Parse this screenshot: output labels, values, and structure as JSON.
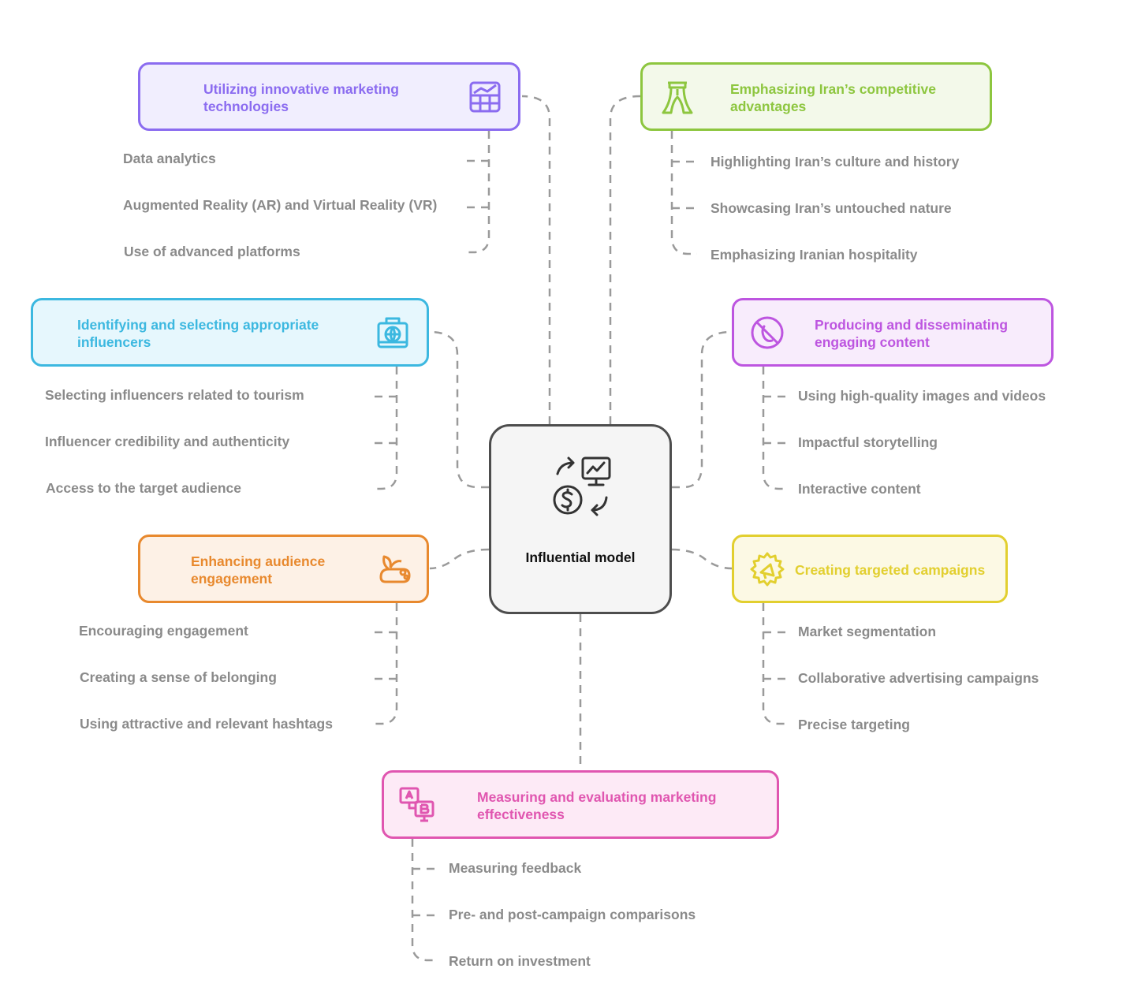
{
  "center": {
    "title": "Influential model",
    "icon": "money-exchange-chart-icon"
  },
  "branches": [
    {
      "id": "technologies",
      "title": "Utilizing innovative marketing technologies",
      "color": "#8b6cf0",
      "bg": "#f1eefe",
      "icon": "bar-chart-grid-icon",
      "items": [
        "Data analytics",
        "Augmented Reality (AR) and Virtual Reality (VR)",
        "Use of advanced platforms"
      ]
    },
    {
      "id": "advantages",
      "title": "Emphasizing Iran’s competitive advantages",
      "color": "#8dc63f",
      "bg": "#f3f9ea",
      "icon": "azadi-tower-icon",
      "items": [
        "Highlighting Iran’s culture and history",
        "Showcasing Iran’s untouched nature",
        "Emphasizing Iranian hospitality"
      ]
    },
    {
      "id": "influencers",
      "title": "Identifying and selecting appropriate influencers",
      "color": "#3cb8e0",
      "bg": "#e6f7fd",
      "icon": "suitcase-globe-icon",
      "items": [
        "Selecting influencers related to tourism",
        "Influencer credibility and authenticity",
        "Access to the target audience"
      ]
    },
    {
      "id": "content",
      "title": "Producing and disseminating engaging content",
      "color": "#bd55e0",
      "bg": "#f8ecfc",
      "icon": "no-phone-icon",
      "items": [
        "Using high-quality images and videos",
        "Impactful storytelling",
        "Interactive content"
      ]
    },
    {
      "id": "engagement",
      "title": "Enhancing audience engagement",
      "color": "#e8892e",
      "bg": "#fdf1e6",
      "icon": "plant-seedling-icon",
      "items": [
        "Encouraging engagement",
        "Creating a sense of belonging",
        "Using attractive and relevant hashtags"
      ]
    },
    {
      "id": "campaigns",
      "title": "Creating targeted campaigns",
      "color": "#e2cf2f",
      "bg": "#fcf9e4",
      "icon": "megaphone-badge-icon",
      "items": [
        "Market segmentation",
        "Collaborative advertising campaigns",
        "Precise targeting"
      ]
    },
    {
      "id": "measuring",
      "title": "Measuring and evaluating marketing effectiveness",
      "color": "#e056b0",
      "bg": "#fdeaf6",
      "icon": "ab-test-monitors-icon",
      "items": [
        "Measuring feedback",
        "Pre- and post-campaign comparisons",
        "Return on investment"
      ]
    }
  ]
}
